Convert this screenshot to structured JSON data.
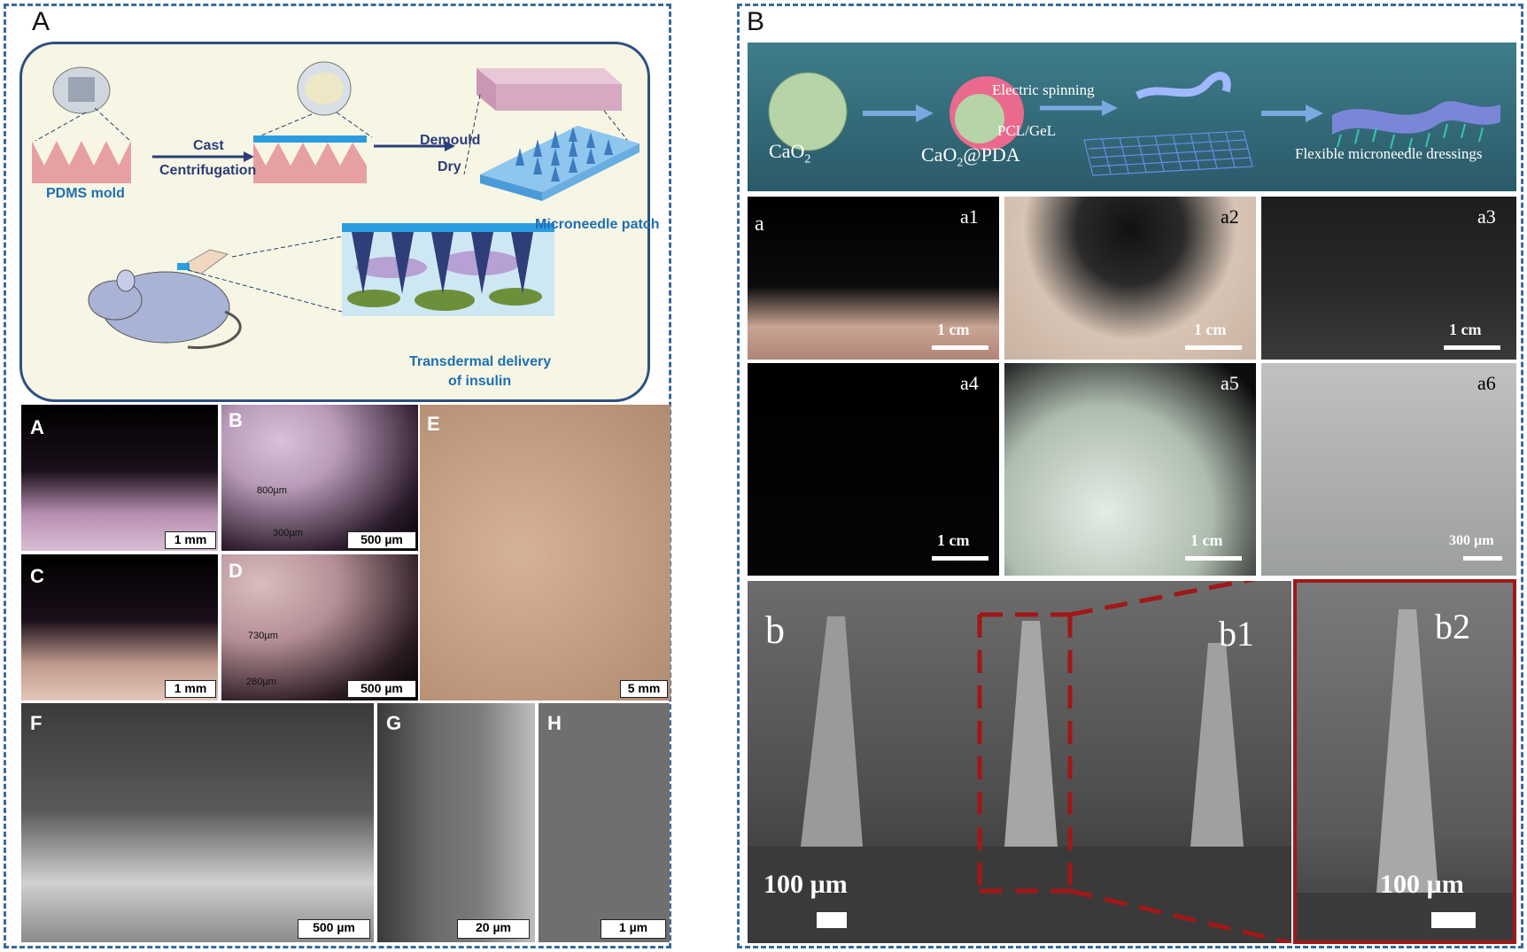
{
  "panelA": {
    "letter": "A",
    "schematic": {
      "pdms_label": "PDMS mold",
      "cast": "Cast",
      "centrifugation": "Centrifugation",
      "demould": "Demould",
      "dry": "Dry",
      "patch_label": "Microneedle patch",
      "delivery_line1": "Transdermal delivery",
      "delivery_line2": "of insulin"
    },
    "images": {
      "A": {
        "label": "A",
        "scale": "1 mm"
      },
      "B": {
        "label": "B",
        "scale": "500 µm",
        "dim1": "800µm",
        "dim2": "300µm"
      },
      "C": {
        "label": "C",
        "scale": "1 mm"
      },
      "D": {
        "label": "D",
        "scale": "500 µm",
        "dim1": "730µm",
        "dim2": "280µm"
      },
      "E": {
        "label": "E",
        "scale": "5 mm"
      },
      "F": {
        "label": "F",
        "scale": "500 µm"
      },
      "G": {
        "label": "G",
        "scale": "20 µm"
      },
      "H": {
        "label": "H",
        "scale": "1 µm"
      }
    }
  },
  "panelB": {
    "letter": "B",
    "scheme": {
      "cao2": "CaO",
      "cao2_sub": "2",
      "cao2pda_pre": "CaO",
      "cao2pda_sub": "2",
      "cao2pda_post": "@PDA",
      "electric": "Electric spinning",
      "pclgel": "PCL/GeL",
      "dressing": "Flexible microneedle dressings"
    },
    "a": {
      "label": "a",
      "a1": "a1",
      "a2": "a2",
      "a3": "a3",
      "a4": "a4",
      "a5": "a5",
      "a6": "a6",
      "scale_cm": "1 cm",
      "scale_um": "300 µm"
    },
    "b": {
      "label": "b",
      "b1": "b1",
      "b2": "b2",
      "scale": "100 µm"
    }
  },
  "colors": {
    "frame": "#3b6a9a",
    "dashred": "#a01818",
    "accent": "#1e6fb5"
  }
}
